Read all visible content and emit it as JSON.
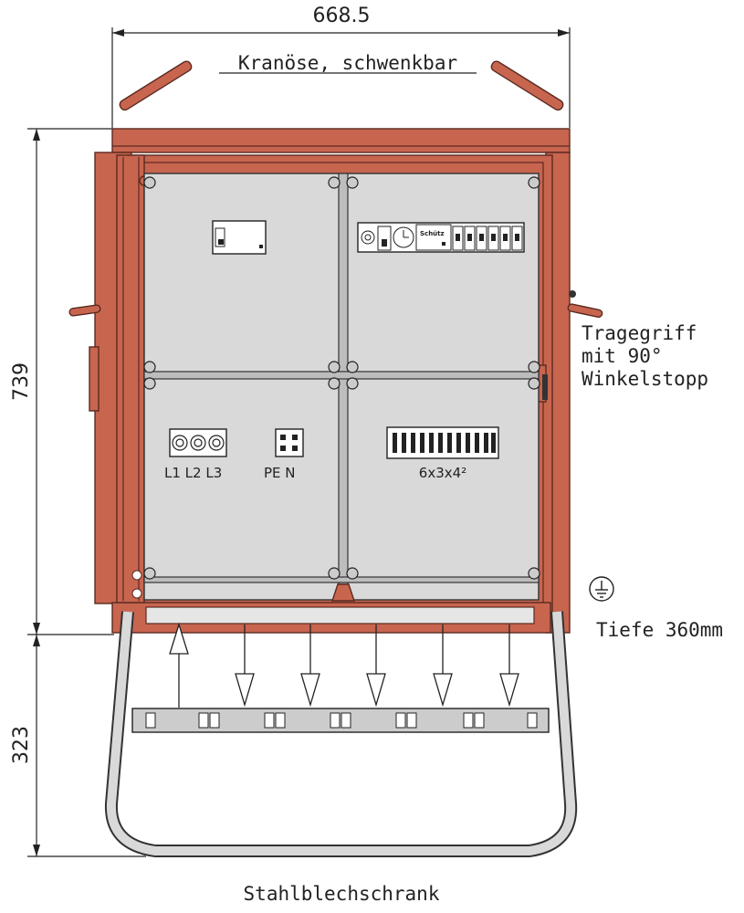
{
  "dimensions": {
    "width": "668.5",
    "height_cabinet": "739",
    "height_stand": "323"
  },
  "annotations": {
    "crane_eye": "Kranöse, schwenkbar",
    "handle_line1": "Tragegriff",
    "handle_line2": "mit 90°",
    "handle_line3": "Winkelstopp",
    "depth": "Tiefe 360mm",
    "caption": "Stahlblechschrank"
  },
  "components": {
    "contactor": "Schütz",
    "terminals_phase": "L1 L2 L3",
    "terminals_pe_n": "PE  N",
    "outlet_terminals": "6x3x4²"
  },
  "colors": {
    "cabinet": "#c8654f",
    "panel": "#d9d9d9"
  }
}
